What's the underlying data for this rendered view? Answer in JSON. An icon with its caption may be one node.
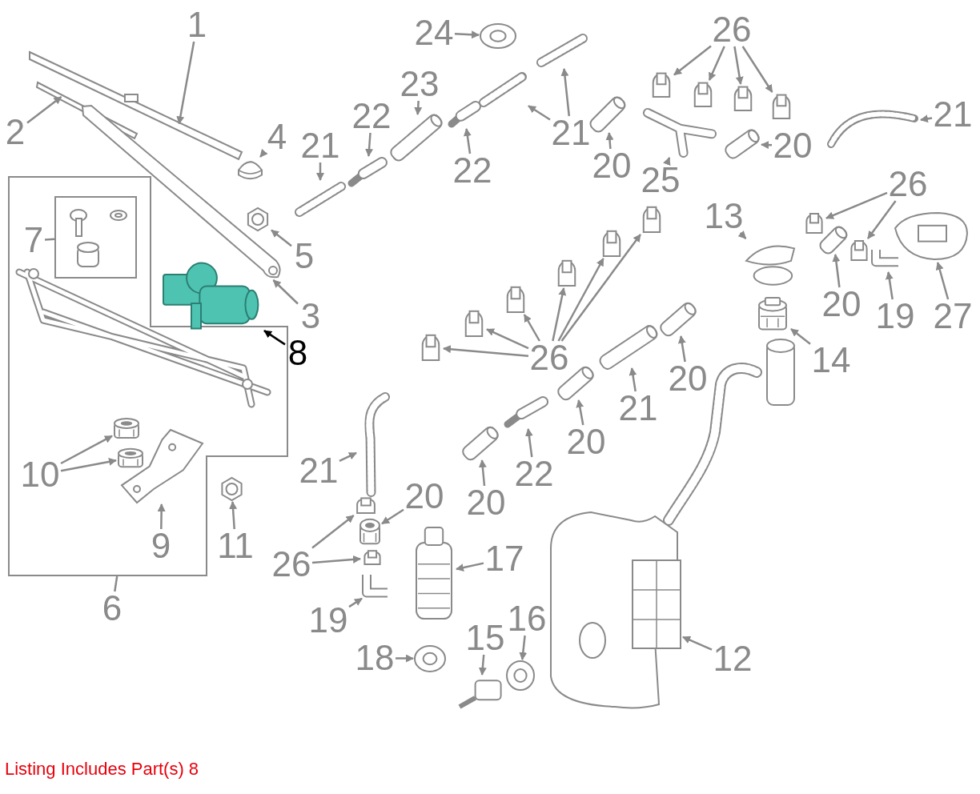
{
  "diagram": {
    "nodes": [
      {
        "text": [],
        "shape": "box"
      },
      {
        "text": [],
        "shape": "box",
        "in": 0
      },
      {
        "text": [
          "1"
        ]
      },
      {
        "text": [],
        "shape": "picture"
      },
      {
        "text": [
          "2"
        ]
      },
      {
        "text": [],
        "shape": "picture"
      },
      {
        "text": [
          "3"
        ]
      },
      {
        "text": [],
        "shape": "picture"
      },
      {
        "text": [
          "4"
        ]
      },
      {
        "text": [],
        "shape": "picture"
      },
      {
        "text": [
          "5"
        ]
      },
      {
        "text": [],
        "shape": "picture"
      },
      {
        "text": [
          "7"
        ],
        "in": 0
      },
      {
        "text": [
          "8"
        ]
      },
      {
        "text": [],
        "shape": "picture"
      },
      {
        "text": [
          "9"
        ],
        "in": 0
      },
      {
        "text": [],
        "shape": "picture",
        "in": 0
      },
      {
        "text": [
          "10"
        ],
        "in": 0
      },
      {
        "text": [],
        "shape": "picture",
        "in": 0
      },
      {
        "text": [],
        "shape": "picture",
        "in": 0
      },
      {
        "text": [
          "6"
        ]
      },
      {
        "text": [
          "11"
        ]
      },
      {
        "text": [],
        "shape": "picture"
      },
      {
        "text": [
          "24"
        ]
      },
      {
        "text": [],
        "shape": "picture"
      },
      {
        "text": [],
        "shape": "picture"
      },
      {
        "text": [
          "23"
        ]
      },
      {
        "text": [],
        "shape": "picture"
      },
      {
        "text": [
          "22"
        ]
      },
      {
        "text": [],
        "shape": "picture"
      },
      {
        "text": [
          "21"
        ]
      },
      {
        "text": [],
        "shape": "picture"
      },
      {
        "text": [],
        "shape": "picture"
      },
      {
        "text": [
          "22"
        ]
      },
      {
        "text": [],
        "shape": "picture"
      },
      {
        "text": [
          "21"
        ]
      },
      {
        "text": [],
        "shape": "picture"
      },
      {
        "text": [
          "20"
        ]
      },
      {
        "text": [],
        "shape": "picture"
      },
      {
        "text": [
          "25"
        ]
      },
      {
        "text": [
          "26"
        ]
      },
      {
        "text": [],
        "shape": "picture"
      },
      {
        "text": [],
        "shape": "picture"
      },
      {
        "text": [],
        "shape": "picture"
      },
      {
        "text": [],
        "shape": "picture"
      },
      {
        "text": [],
        "shape": "picture"
      },
      {
        "text": [
          "20"
        ]
      },
      {
        "text": [],
        "shape": "picture"
      },
      {
        "text": [
          "21"
        ]
      },
      {
        "text": [
          "26"
        ]
      },
      {
        "text": [],
        "shape": "picture"
      },
      {
        "text": [],
        "shape": "picture"
      },
      {
        "text": [
          "13"
        ]
      },
      {
        "text": [],
        "shape": "picture"
      },
      {
        "text": [],
        "shape": "picture"
      },
      {
        "text": [
          "20"
        ]
      },
      {
        "text": [],
        "shape": "picture"
      },
      {
        "text": [
          "19"
        ]
      },
      {
        "text": [],
        "shape": "picture"
      },
      {
        "text": [
          "27"
        ]
      },
      {
        "text": [
          "26"
        ]
      },
      {
        "text": [],
        "shape": "picture"
      },
      {
        "text": [],
        "shape": "picture"
      },
      {
        "text": [],
        "shape": "picture"
      },
      {
        "text": [],
        "shape": "picture"
      },
      {
        "text": [],
        "shape": "picture"
      },
      {
        "text": [],
        "shape": "picture"
      },
      {
        "text": [],
        "shape": "picture"
      },
      {
        "text": [
          "20"
        ]
      },
      {
        "text": [],
        "shape": "picture"
      },
      {
        "text": [
          "21"
        ]
      },
      {
        "text": [],
        "shape": "picture"
      },
      {
        "text": [
          "20"
        ]
      },
      {
        "text": [],
        "shape": "picture"
      },
      {
        "text": [
          "22"
        ]
      },
      {
        "text": [],
        "shape": "picture"
      },
      {
        "text": [
          "20"
        ]
      },
      {
        "text": [],
        "shape": "picture"
      },
      {
        "text": [
          "14"
        ]
      },
      {
        "text": [],
        "shape": "picture"
      },
      {
        "text": [
          "12"
        ]
      },
      {
        "text": [],
        "shape": "picture"
      },
      {
        "text": [
          "21"
        ]
      },
      {
        "text": [
          "20"
        ]
      },
      {
        "text": [],
        "shape": "picture"
      },
      {
        "text": [
          "26"
        ]
      },
      {
        "text": [],
        "shape": "picture"
      },
      {
        "text": [],
        "shape": "picture"
      },
      {
        "text": [
          "19"
        ]
      },
      {
        "text": [],
        "shape": "picture"
      },
      {
        "text": [
          "18"
        ]
      },
      {
        "text": [],
        "shape": "picture"
      },
      {
        "text": [],
        "shape": "picture"
      },
      {
        "text": [
          "17"
        ]
      },
      {
        "text": [
          "15"
        ]
      },
      {
        "text": [],
        "shape": "picture"
      },
      {
        "text": [
          "16"
        ]
      },
      {
        "text": [],
        "shape": "picture"
      }
    ],
    "edges": [
      {
        "from": 2,
        "to": 3,
        "arrow": "to"
      },
      {
        "from": 4,
        "to": 5,
        "arrow": "to"
      },
      {
        "from": 6,
        "to": 7,
        "arrow": "to"
      },
      {
        "from": 8,
        "to": 9,
        "arrow": "to"
      },
      {
        "from": 10,
        "to": 11,
        "arrow": "to"
      },
      {
        "from": 12,
        "to": 1,
        "arrow": "none"
      },
      {
        "from": 13,
        "to": 14,
        "arrow": "to",
        "color": "#000000"
      },
      {
        "from": 15,
        "to": 16,
        "arrow": "to"
      },
      {
        "from": 17,
        "to": 18,
        "arrow": "to"
      },
      {
        "from": 17,
        "to": 19,
        "arrow": "to"
      },
      {
        "from": 20,
        "to": 0,
        "arrow": "none"
      },
      {
        "from": 21,
        "to": 22,
        "arrow": "to"
      },
      {
        "from": 23,
        "to": 24,
        "arrow": "to"
      },
      {
        "from": 26,
        "to": 27,
        "arrow": "to"
      },
      {
        "from": 28,
        "to": 29,
        "arrow": "to"
      },
      {
        "from": 30,
        "to": 31,
        "arrow": "to"
      },
      {
        "from": 33,
        "to": 32,
        "arrow": "to"
      },
      {
        "from": 35,
        "to": 34,
        "arrow": "to"
      },
      {
        "from": 35,
        "to": 25,
        "arrow": "to"
      },
      {
        "from": 37,
        "to": 36,
        "arrow": "to"
      },
      {
        "from": 39,
        "to": 38,
        "arrow": "to"
      },
      {
        "from": 40,
        "to": 41,
        "arrow": "to"
      },
      {
        "from": 40,
        "to": 42,
        "arrow": "to"
      },
      {
        "from": 40,
        "to": 43,
        "arrow": "to"
      },
      {
        "from": 40,
        "to": 44,
        "arrow": "to"
      },
      {
        "from": 46,
        "to": 45,
        "arrow": "to"
      },
      {
        "from": 48,
        "to": 47,
        "arrow": "to"
      },
      {
        "from": 49,
        "to": 50,
        "arrow": "to"
      },
      {
        "from": 49,
        "to": 51,
        "arrow": "to"
      },
      {
        "from": 52,
        "to": 53,
        "arrow": "to"
      },
      {
        "from": 55,
        "to": 54,
        "arrow": "to"
      },
      {
        "from": 57,
        "to": 56,
        "arrow": "to"
      },
      {
        "from": 59,
        "to": 58,
        "arrow": "to"
      },
      {
        "from": 60,
        "to": 61,
        "arrow": "to"
      },
      {
        "from": 60,
        "to": 62,
        "arrow": "to"
      },
      {
        "from": 60,
        "to": 63,
        "arrow": "to"
      },
      {
        "from": 60,
        "to": 64,
        "arrow": "to"
      },
      {
        "from": 60,
        "to": 65,
        "arrow": "to"
      },
      {
        "from": 60,
        "to": 66,
        "arrow": "to"
      },
      {
        "from": 68,
        "to": 67,
        "arrow": "to"
      },
      {
        "from": 70,
        "to": 69,
        "arrow": "to"
      },
      {
        "from": 72,
        "to": 71,
        "arrow": "to"
      },
      {
        "from": 74,
        "to": 73,
        "arrow": "to"
      },
      {
        "from": 76,
        "to": 75,
        "arrow": "to"
      },
      {
        "from": 78,
        "to": 77,
        "arrow": "to"
      },
      {
        "from": 80,
        "to": 79,
        "arrow": "to"
      },
      {
        "from": 82,
        "to": 81,
        "arrow": "to"
      },
      {
        "from": 83,
        "to": 84,
        "arrow": "to"
      },
      {
        "from": 85,
        "to": 86,
        "arrow": "to"
      },
      {
        "from": 85,
        "to": 87,
        "arrow": "to"
      },
      {
        "from": 88,
        "to": 89,
        "arrow": "to"
      },
      {
        "from": 90,
        "to": 91,
        "arrow": "to"
      },
      {
        "from": 93,
        "to": 92,
        "arrow": "to"
      },
      {
        "from": 94,
        "to": 95,
        "arrow": "to"
      },
      {
        "from": 96,
        "to": 97,
        "arrow": "to"
      }
    ],
    "labels": [
      "Listing Includes Part(s) 8"
    ]
  }
}
